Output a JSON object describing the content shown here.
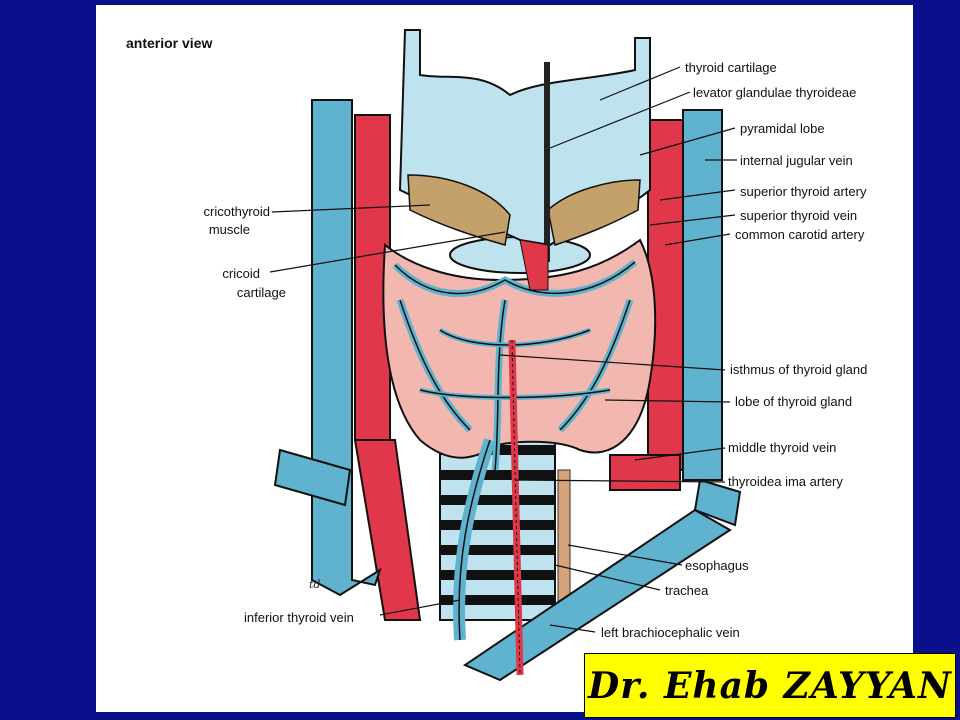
{
  "view_title": "anterior view",
  "labels": {
    "thyroid_cartilage": "thyroid cartilage",
    "levator": "levator glandulae thyroideae",
    "pyramidal_lobe": "pyramidal lobe",
    "internal_jugular_vein": "internal jugular vein",
    "superior_thyroid_artery": "superior thyroid artery",
    "superior_thyroid_vein": "superior thyroid vein",
    "common_carotid_artery": "common carotid artery",
    "cricothyroid_1": "cricothyroid",
    "cricothyroid_2": "muscle",
    "cricoid_1": "cricoid",
    "cricoid_2": "cartilage",
    "isthmus": "isthmus of thyroid gland",
    "lobe": "lobe of thyroid gland",
    "middle_thyroid_vein": "middle thyroid vein",
    "thyroidea_ima": "thyroidea ima artery",
    "esophagus": "esophagus",
    "trachea": "trachea",
    "inferior_thyroid_vein": "inferior thyroid vein",
    "left_brachiocephalic_vein": "left brachiocephalic vein"
  },
  "signature": "td",
  "author": "Dr. Ehab ZAYYAN",
  "colors": {
    "background": "#0a0f8c",
    "panel": "#ffffff",
    "vein": "#5fb3cf",
    "artery": "#e0384a",
    "gland": "#f2b8b0",
    "cartilage": "#bfe3ee",
    "muscle": "#c4a06a",
    "author_box": "#ffff00"
  }
}
